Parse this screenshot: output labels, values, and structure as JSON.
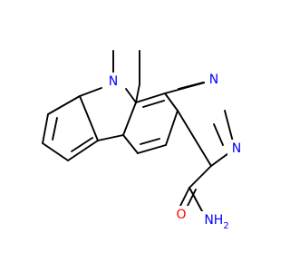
{
  "molecule": {
    "atoms": {
      "n9": "N",
      "n1": "N",
      "n3": "N",
      "o": "O",
      "nh2": "NH",
      "nh2_sub": "2"
    },
    "colors": {
      "bond": "#000000",
      "nitrogen": "#0000ff",
      "oxygen": "#ff0000",
      "background": "#ffffff"
    }
  }
}
